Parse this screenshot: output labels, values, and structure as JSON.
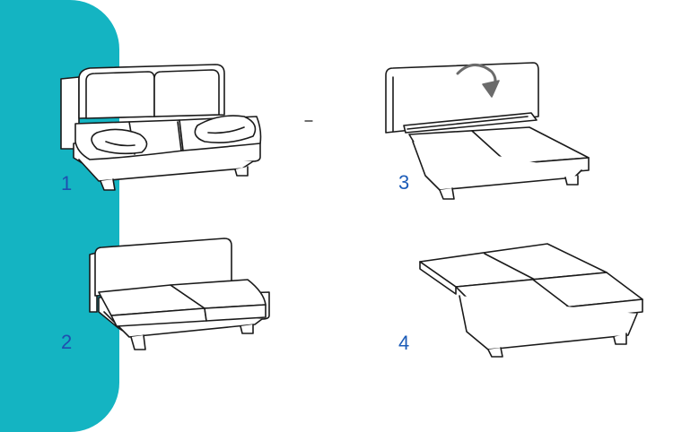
{
  "colors": {
    "panel": "#14b4c2",
    "line": "#1a1a1a",
    "fill": "#ffffff",
    "number_on_panel": "#1f4fb0",
    "number_on_white": "#1c5cb8",
    "arrow": "#6b6b6b"
  },
  "steps": [
    {
      "number": "1",
      "icon": "sofa-folded-icon"
    },
    {
      "number": "2",
      "icon": "sofa-cushions-removed-icon"
    },
    {
      "number": "3",
      "icon": "sofa-backrest-folding-icon"
    },
    {
      "number": "4",
      "icon": "sofa-bed-unfolded-icon"
    }
  ]
}
